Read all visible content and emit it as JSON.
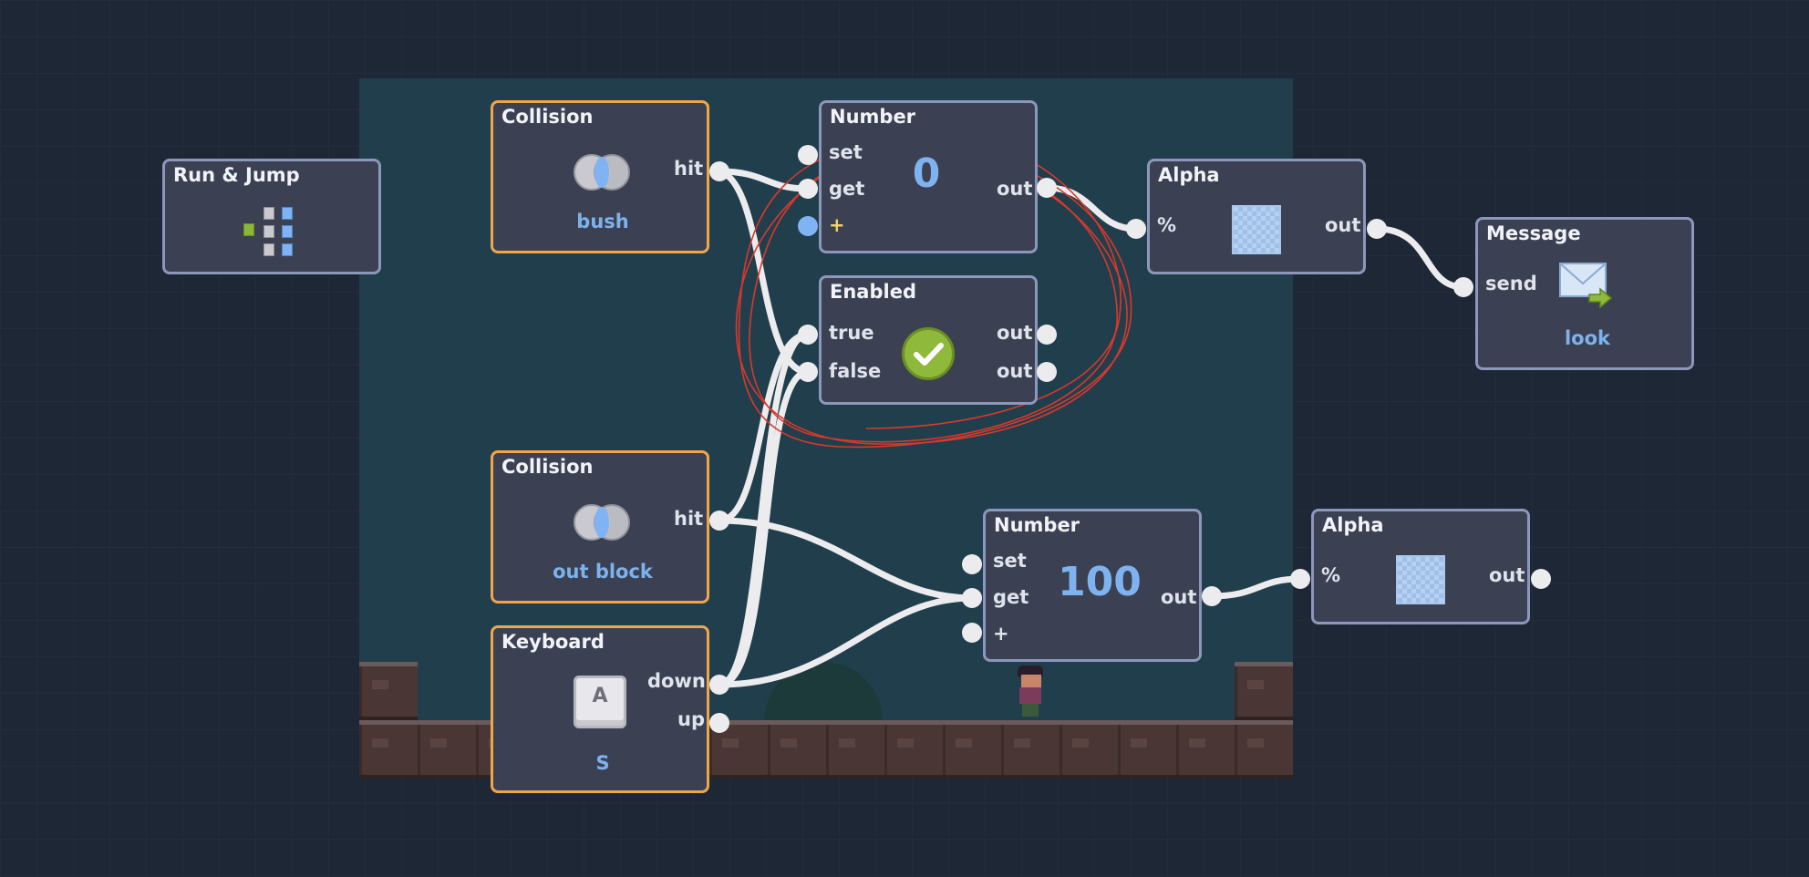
{
  "colors": {
    "background": "#1e2735",
    "game_background": "#213e4d",
    "node_fill": "#3b4152",
    "node_border": "#8c97bb",
    "event_node_border": "#efa64b",
    "value_text": "#7db2ee",
    "annotation": "#d8392b",
    "wire": "#ececef"
  },
  "nodes": {
    "run_jump": {
      "title": "Run & Jump",
      "icon": "behavior-tree-icon"
    },
    "collision_bush": {
      "title": "Collision",
      "port_hit": "hit",
      "target": "bush",
      "icon": "collision-icon"
    },
    "number_top": {
      "title": "Number",
      "port_set": "set",
      "port_get": "get",
      "port_add": "+",
      "value": "0",
      "port_out": "out"
    },
    "alpha_top": {
      "title": "Alpha",
      "port_percent": "%",
      "port_out": "out",
      "icon": "alpha-checker-icon"
    },
    "message": {
      "title": "Message",
      "port_send": "send",
      "target": "look",
      "icon": "envelope-icon"
    },
    "enabled": {
      "title": "Enabled",
      "port_true": "true",
      "port_false": "false",
      "port_out_1": "out",
      "port_out_2": "out",
      "icon": "checkmark-icon"
    },
    "collision_out": {
      "title": "Collision",
      "port_hit": "hit",
      "target": "out block",
      "icon": "collision-icon"
    },
    "number_bottom": {
      "title": "Number",
      "port_set": "set",
      "port_get": "get",
      "port_add": "+",
      "value": "100",
      "port_out": "out"
    },
    "alpha_bottom": {
      "title": "Alpha",
      "port_percent": "%",
      "port_out": "out",
      "icon": "alpha-checker-icon"
    },
    "keyboard": {
      "title": "Keyboard",
      "port_down": "down",
      "port_up": "up",
      "key_cap": "A",
      "target": "S",
      "icon": "key-icon"
    }
  }
}
